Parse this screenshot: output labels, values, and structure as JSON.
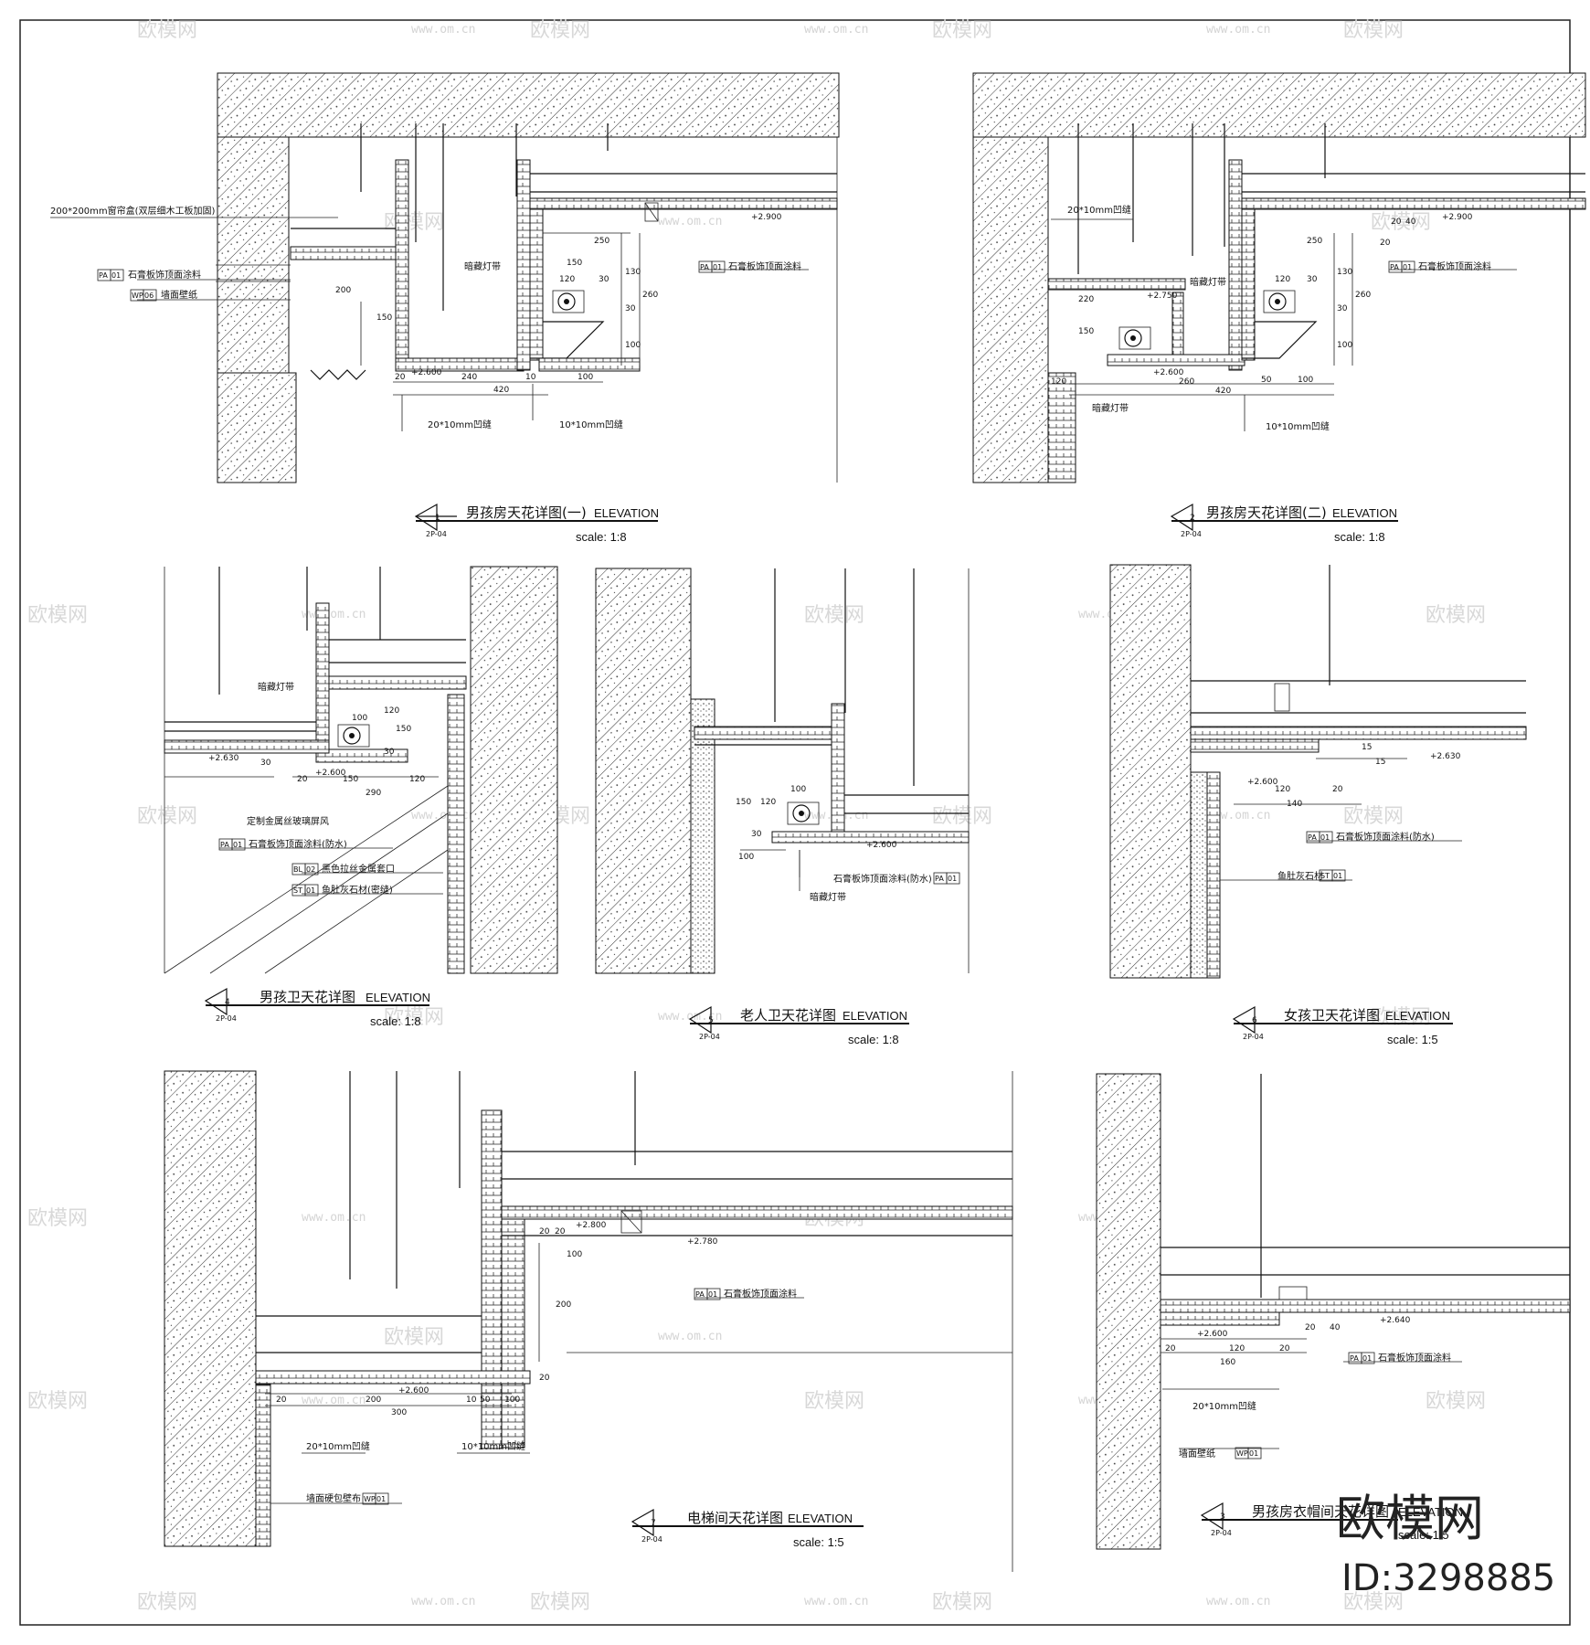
{
  "watermark": {
    "brand_text": "欧模网",
    "url_text": "www.om.cn"
  },
  "brand_mark": {
    "logo": "欧模网",
    "id": "ID:3298885"
  },
  "details": [
    {
      "num": "1",
      "sheet": "2P-04",
      "title": "男孩房天花详图(一)",
      "elev": "ELEVATION",
      "scale": "scale:  1:8",
      "dims": [
        "+2.900",
        "250",
        "150",
        "120",
        "30",
        "130",
        "260",
        "30",
        "100",
        "200",
        "150",
        "+2.600",
        "240",
        "10",
        "100",
        "420",
        "20"
      ],
      "notes": [
        "200*200mm窗帘盒(双层细木工板加固)",
        "石膏板饰顶面涂料",
        "墙面壁纸",
        "暗藏灯带",
        "石膏板饰顶面涂料",
        "20*10mm凹缝",
        "10*10mm凹缝"
      ],
      "refs": [
        "PA",
        "01",
        "WP",
        "06",
        "PA",
        "01"
      ]
    },
    {
      "num": "2",
      "sheet": "2P-04",
      "title": "男孩房天花详图(二)",
      "elev": "ELEVATION",
      "scale": "scale:  1:8",
      "dims": [
        "+2.900",
        "250",
        "120",
        "30",
        "130",
        "260",
        "30",
        "100",
        "+2.750",
        "220",
        "150",
        "120",
        "+2.600",
        "260",
        "50",
        "100",
        "420",
        "20",
        "40",
        "20"
      ],
      "notes": [
        "20*10mm凹缝",
        "石膏板饰顶面涂料",
        "暗藏灯带",
        "暗藏灯带",
        "10*10mm凹缝"
      ],
      "refs": [
        "PA",
        "01"
      ]
    },
    {
      "num": "4",
      "sheet": "2P-04",
      "title": "男孩卫天花详图",
      "elev": "ELEVATION",
      "scale": "scale:  1:8",
      "dims": [
        "+2.630",
        "100",
        "120",
        "150",
        "30",
        "+2.600",
        "150",
        "120",
        "290",
        "20",
        "30"
      ],
      "notes": [
        "暗藏灯带",
        "定制金属丝玻璃屏风",
        "石膏板饰顶面涂料(防水)",
        "黑色拉丝金属套口",
        "鱼肚灰石材(密缝)"
      ],
      "refs": [
        "PA",
        "01",
        "BL",
        "02",
        "ST",
        "01"
      ]
    },
    {
      "num": "5",
      "sheet": "2P-04",
      "title": "老人卫天花详图",
      "elev": "ELEVATION",
      "scale": "scale:  1:8",
      "dims": [
        "100",
        "120",
        "150",
        "30",
        "100",
        "+2.600"
      ],
      "notes": [
        "石膏板饰顶面涂料(防水)",
        "暗藏灯带"
      ],
      "refs": [
        "PA",
        "01"
      ]
    },
    {
      "num": "6",
      "sheet": "2P-04",
      "title": "女孩卫天花详图",
      "elev": "ELEVATION",
      "scale": "scale:  1:5",
      "dims": [
        "+2.630",
        "+2.600",
        "120",
        "20",
        "140",
        "15",
        "15"
      ],
      "notes": [
        "石膏板饰顶面涂料(防水)",
        "鱼肚灰石材"
      ],
      "refs": [
        "PA",
        "01",
        "ST",
        "01"
      ]
    },
    {
      "num": "7",
      "sheet": "2P-04",
      "title": "电梯间天花详图",
      "elev": "ELEVATION",
      "scale": "scale:  1:5",
      "dims": [
        "+2.800",
        "+2.780",
        "100",
        "200",
        "20",
        "20",
        "20",
        "200",
        "+2.600",
        "10",
        "50",
        "100",
        "300",
        "20"
      ],
      "notes": [
        "石膏板饰顶面涂料",
        "20*10mm凹缝",
        "10*10mm凹缝",
        "墙面硬包壁布"
      ],
      "refs": [
        "PA",
        "01",
        "WP",
        "01"
      ]
    },
    {
      "num": "3",
      "sheet": "2P-04",
      "title": "男孩房衣帽间天花详图",
      "elev": "ELEVATION",
      "scale": "scale:  1:5",
      "dims": [
        "+2.640",
        "+2.600",
        "120",
        "20",
        "160",
        "20",
        "20",
        "40"
      ],
      "notes": [
        "石膏板饰顶面涂料",
        "20*10mm凹缝",
        "墙面壁纸"
      ],
      "refs": [
        "PA",
        "01",
        "WP",
        "01"
      ]
    }
  ]
}
